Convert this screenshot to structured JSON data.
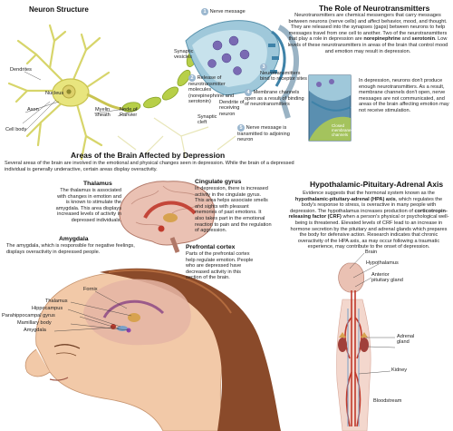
{
  "neuron": {
    "title": "Neuron Structure",
    "labels": {
      "dendrites": "Dendrites",
      "nucleus": "Nucleus",
      "axon": "Axon",
      "cell_body": "Cell body",
      "myelin": "Myelin sheath",
      "ranvier": "Node of Ranvier",
      "synaptic_vesicles": "Synaptic vesicles",
      "synaptic_cleft": "Synaptic cleft",
      "dendrite_receiving": "Dendrite of receiving neuron"
    },
    "steps": [
      {
        "n": "1",
        "text": "Nerve message"
      },
      {
        "n": "2",
        "text": "Release of neurotransmitter molecules (norepinephrine and serotonin)"
      },
      {
        "n": "3",
        "text": "Neurotransmitters bind to receptor sites"
      },
      {
        "n": "4",
        "text": "Membrane channels open as a result of binding of neurotransmitters"
      },
      {
        "n": "5",
        "text": "Nerve message is transmitted to adjoining neuron"
      }
    ]
  },
  "neurotransmitters": {
    "title": "The Role of Neurotransmitters",
    "p1": "Neurotransmitters are chemical messengers that carry messages between neurons (nerve cells) and affect behavior, mood, and thought. They are released into the synapses (gaps) between neurons to help messages travel from one cell to another.",
    "p2a": "Two of the neurotransmitters that play a role in depression are ",
    "p2b": "norepinephrine",
    "p2c": " and ",
    "p2d": "serotonin",
    "p2e": ". Low levels of these neurotransmitters in areas of the brain that control mood and emotion may result in depression.",
    "depression_text": "In depression, neurons don't produce enough neurotransmitters. As a result, membrane channels don't open, nerve messages are not communicated, and areas of the brain affecting emotion may not receive stimulation.",
    "closed_label": "Closed membrane channels"
  },
  "areas": {
    "title": "Areas of the Brain Affected by Depression",
    "intro": "Several areas of the brain are involved in the emotional and physical changes seen in depression. While the brain of a depressed individual is generally underactive, certain areas display overactivity.",
    "thalamus_title": "Thalamus",
    "thalamus_text": "The thalamus is associated with changes in emotion and is known to stimulate the amygdala. This area displays increased levels of activity in depressed individuals.",
    "cingulate_title": "Cingulate gyrus",
    "cingulate_text": "In depression, there is increased activity in the cingulate gyrus. This area helps associate smells and sights with pleasant memories of past emotions. It also takes part in the emotional reaction to pain and the regulation of aggression.",
    "amygdala_title": "Amygdala",
    "amygdala_text": "The amygdala, which is responsible for negative feelings, displays overactivity in depressed people.",
    "prefrontal_title": "Prefrontal cortex",
    "prefrontal_text": "Parts of the prefrontal cortex help regulate emotion. People who are depressed have decreased activity in this section of the brain."
  },
  "head_labels": {
    "fornix": "Fornix",
    "thalamus": "Thalamus",
    "hippocampus": "Hippocampus",
    "parahippocampal": "Parahippocampal gyrus",
    "mamillary": "Mamillary body",
    "amygdala": "Amygdala"
  },
  "hpa": {
    "title": "Hypothalamic-Pituitary-Adrenal Axis",
    "p_a": "Evidence suggests that the hormonal system known as the ",
    "p_b": "hypothalamic-pituitary-adrenal (HPA) axis",
    "p_c": ", which regulates the body's response to stress, is overactive in many people with depression. The hypothalamus increases production of ",
    "p_d": "corticotropin-releasing factor (CRF)",
    "p_e": " when a person's physical or psychological well-being is threatened. Elevated levels of CRF lead to an increase in hormone secretion by the pituitary and adrenal glands which prepares the body for defensive action. Research indicates that chronic overactivity of the HPA axis, as may occur following a traumatic experience, may contribute to the onset of depression.",
    "labels": {
      "brain": "Brain",
      "hypothalamus": "Hypothalamus",
      "pituitary": "Anterior pituitary gland",
      "adrenal": "Adrenal gland",
      "kidney": "Kidney",
      "bloodstream": "Bloodstream"
    }
  },
  "colors": {
    "neuron_yellow": "#e6e27a",
    "axon_green": "#b9cf4a",
    "cleft_blue": "#7fb2cc",
    "brain_pink": "#e9b9ad",
    "hpa_red": "#c0392b",
    "skin": "#f2c9a8",
    "hair": "#8a4a2a"
  }
}
